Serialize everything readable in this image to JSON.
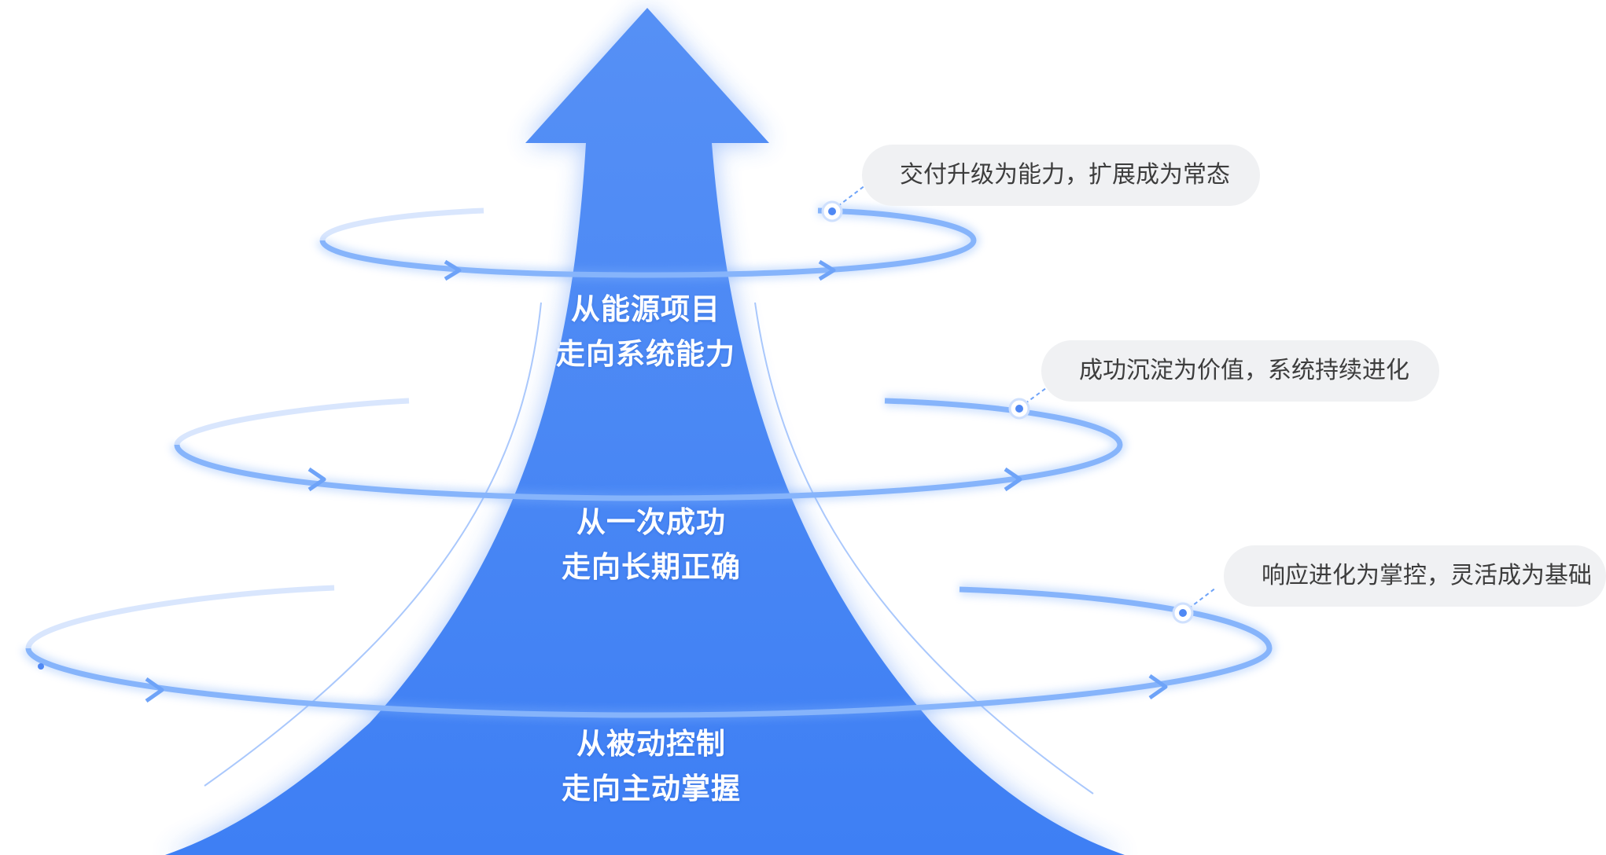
{
  "diagram": {
    "stages": [
      {
        "line1": "从能源项目",
        "line2": "走向系统能力",
        "callout": "交付升级为能力，扩展成为常态"
      },
      {
        "line1": "从一次成功",
        "line2": "走向长期正确",
        "callout": "成功沉淀为价值，系统持续进化"
      },
      {
        "line1": "从被动控制",
        "line2": "走向主动掌握",
        "callout": "响应进化为掌控，灵活成为基础"
      }
    ]
  },
  "colors": {
    "arrow_top": "#5690f5",
    "arrow_bottom": "#3e7ff4",
    "ring": "#7fb0fb",
    "ring_light": "#cfe0fd",
    "callout_bg": "#f0f1f3",
    "callout_text": "#3d3d3d",
    "label_text": "#ffffff"
  }
}
